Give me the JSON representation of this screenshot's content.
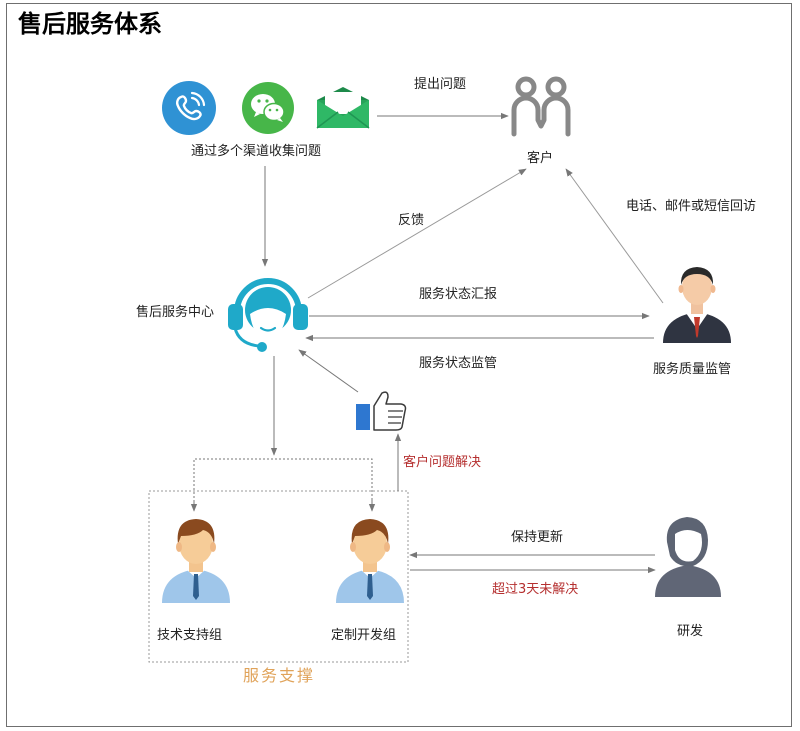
{
  "title": "售后服务体系",
  "channels_label": "通过多个渠道收集问题",
  "customer_label": "客户",
  "service_center_label": "售后服务中心",
  "supervisor_label": "服务质量监管",
  "tech_support_label": "技术支持组",
  "custom_dev_label": "定制开发组",
  "rnd_label": "研发",
  "support_group_label": "服务支撑",
  "edges": {
    "raise_issue": "提出问题",
    "feedback": "反馈",
    "callback": "电话、邮件或短信回访",
    "status_report": "服务状态汇报",
    "status_supervision": "服务状态监管",
    "issue_resolved": "客户问题解决",
    "keep_updated": "保持更新",
    "unresolved_3_days": "超过3天未解决"
  },
  "icons": [
    "phone-icon",
    "wechat-icon",
    "email-icon",
    "customer-icon",
    "headset-agent-icon",
    "thumbs-up-icon",
    "manager-icon",
    "engineer-icon",
    "developer-icon",
    "researcher-icon"
  ],
  "colors": {
    "phone_blue": "#2f92d4",
    "wechat_green": "#47b649",
    "email_green": "#27a35a",
    "agent_teal": "#1fa9c9",
    "like_blue": "#2e77d0",
    "red_text": "#b52f2f",
    "group_title": "#e0a35a",
    "connector_gray": "#777777"
  }
}
